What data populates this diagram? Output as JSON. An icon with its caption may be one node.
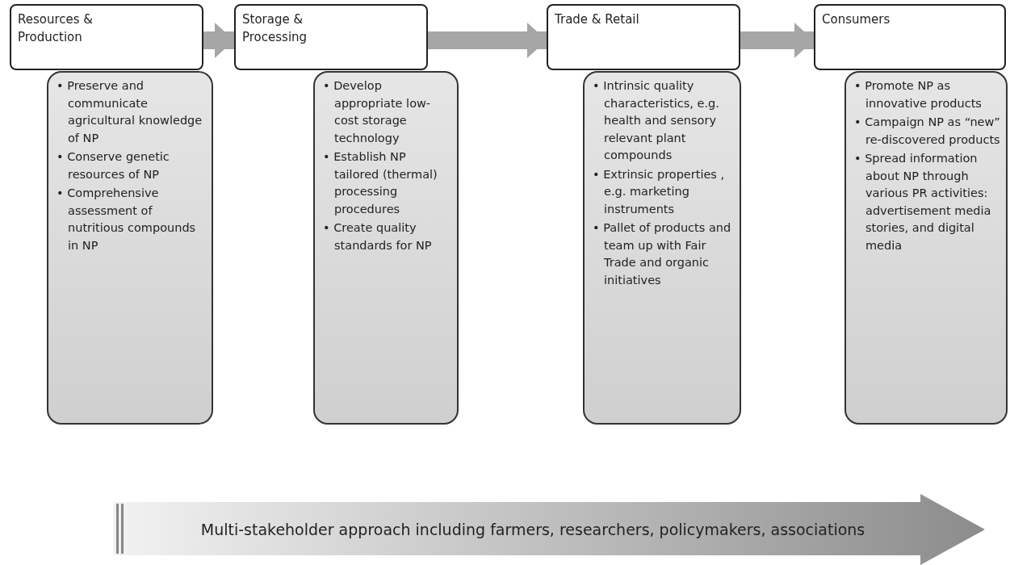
{
  "diagram": {
    "nodes": [
      {
        "text": [
          "Resources & Production"
        ]
      },
      {
        "text": [
          "• Preserve and communicate agricultural knowledge of NP",
          "• Conserve genetic resources of NP",
          "• Comprehensive assessment of nutritious compounds in NP"
        ]
      },
      {
        "text": [
          "Storage & Processing"
        ]
      },
      {
        "text": [
          "• Develop appropriate low-cost storage technology",
          "• Establish NP tailored (thermal) processing procedures",
          "• Create quality standards for NP"
        ]
      },
      {
        "text": [
          "Trade & Retail"
        ]
      },
      {
        "text": [
          "• Intrinsic quality characteristics, e.g. health and sensory relevant plant compounds",
          "• Extrinsic properties , e.g. marketing instruments",
          "• Pallet of products and team up with Fair Trade and organic initiatives"
        ]
      },
      {
        "text": [
          "Consumers"
        ]
      },
      {
        "text": [
          "• Promote NP as innovative products",
          "• Campaign NP as “new” re-discovered products",
          "• Spread information about NP through various PR activities: advertisement media stories, and digital media"
        ]
      },
      {
        "text": [
          "Multi-stakeholder approach including farmers, researchers, policymakers, associations"
        ]
      }
    ],
    "edges": [
      {
        "from": 0,
        "to": 2,
        "arrow": "to"
      },
      {
        "from": 2,
        "to": 4,
        "arrow": "to"
      },
      {
        "from": 4,
        "to": 6,
        "arrow": "to"
      }
    ]
  }
}
